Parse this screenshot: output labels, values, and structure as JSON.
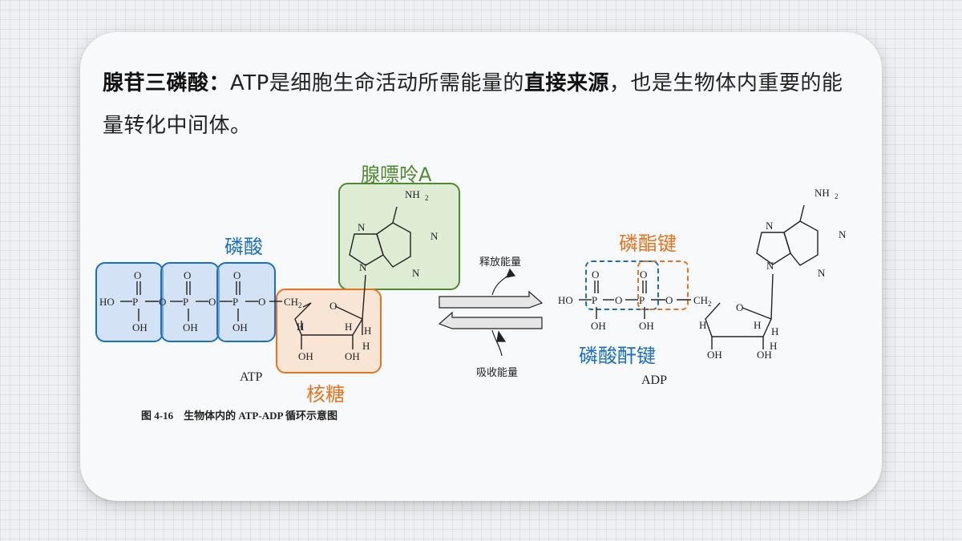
{
  "intro": {
    "term": "腺苷三磷酸：",
    "part1": "ATP是细胞生命活动所需能量的",
    "highlight": "直接来源",
    "part2": "，也是生物体内重要的能量转化中间体。"
  },
  "labels": {
    "phosphate": "磷酸",
    "adenine": "腺嘌呤A",
    "ribose": "核糖",
    "ester_bond": "磷酯键",
    "anhydride_bond": "磷酸酐键"
  },
  "figure": {
    "atp": "ATP",
    "adp": "ADP",
    "release_energy": "释放能量",
    "absorb_energy": "吸收能量",
    "caption": "图 4-16　生物体内的 ATP-ADP 循环示意图"
  },
  "colors": {
    "blue": "#1a6fc2",
    "green": "#4e8a2e",
    "orange": "#e8731c"
  }
}
